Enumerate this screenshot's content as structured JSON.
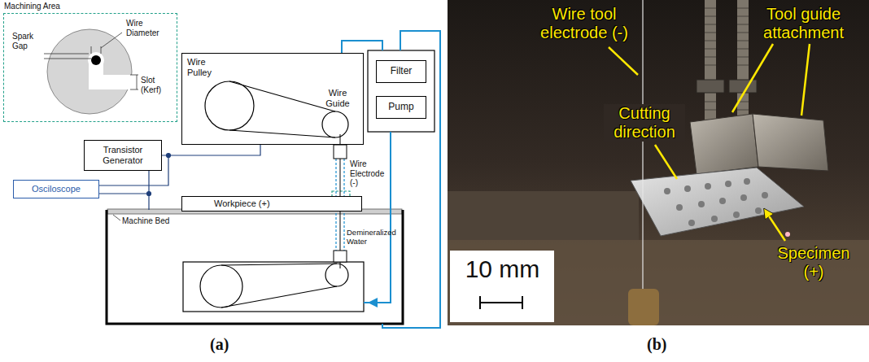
{
  "diagram": {
    "nodes": [
      {
        "text": [
          "Machining Area",
          "Spark Gap",
          "Wire Diameter",
          "Slot (Kerf)"
        ]
      },
      {
        "text": [
          "Wire Pulley",
          "Wire Guide"
        ]
      },
      {
        "text": [
          "Filter"
        ]
      },
      {
        "text": [
          "Pump"
        ]
      },
      {
        "text": [
          "Transistor Generator"
        ]
      },
      {
        "text": [
          "Osciloscope"
        ]
      },
      {
        "text": [
          "Workpiece (+)"
        ]
      }
    ],
    "edges": [
      {
        "from": 4,
        "to": 1,
        "arrow": "none"
      }
    ],
    "labels": [
      "Wire Electrode (-)",
      "Demineralized Water",
      "Machine Bed",
      "(a)",
      "Wire tool electrode (-)",
      "Tool guide attachment",
      "Cutting direction",
      "Specimen (+)",
      "10 mm",
      "(b)"
    ]
  }
}
